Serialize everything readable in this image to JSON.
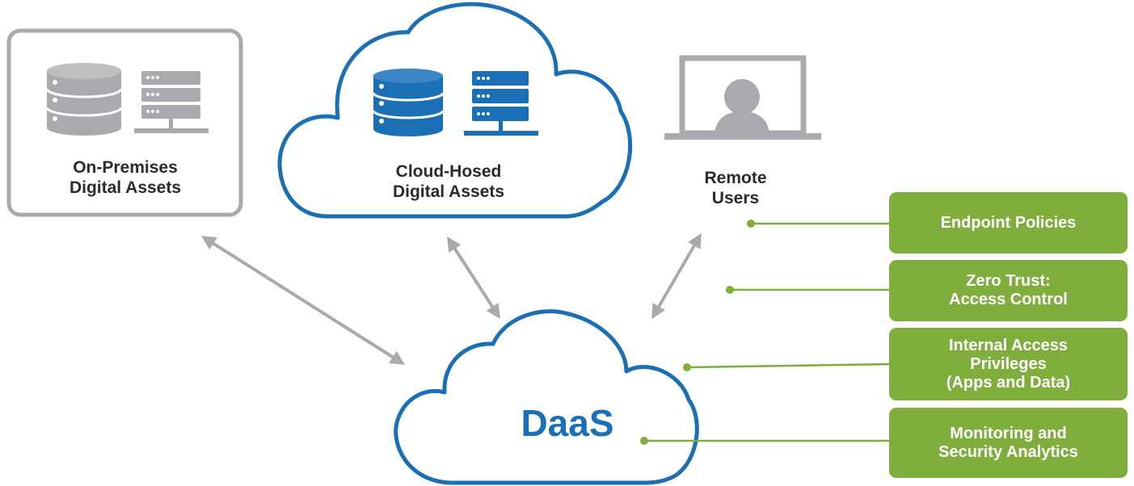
{
  "nodes": {
    "on_premises": {
      "label": "On-Premises\nDigital Assets",
      "icons": [
        "database-icon",
        "server-rack-icon"
      ],
      "color": "#a8aaad"
    },
    "cloud_hosted": {
      "label": "Cloud-Hosed\nDigital Assets",
      "icons": [
        "database-icon",
        "server-rack-icon"
      ],
      "color": "#1b6fb5"
    },
    "remote_users": {
      "label": "Remote\nUsers",
      "icons": [
        "laptop-user-icon"
      ],
      "color": "#a8aaad"
    },
    "daas": {
      "label": "DaaS",
      "color": "#1b6fb5"
    }
  },
  "controls": [
    {
      "label": "Endpoint Policies"
    },
    {
      "label": "Zero Trust:\nAccess Control"
    },
    {
      "label": "Internal Access\nPrivileges\n(Apps and Data)"
    },
    {
      "label": "Monitoring and\nSecurity Analytics"
    }
  ],
  "colors": {
    "accent_green": "#7fae3c",
    "cloud_blue": "#1b6fb5",
    "gray": "#a8aaad",
    "arrow_gray": "#a8aaad"
  }
}
